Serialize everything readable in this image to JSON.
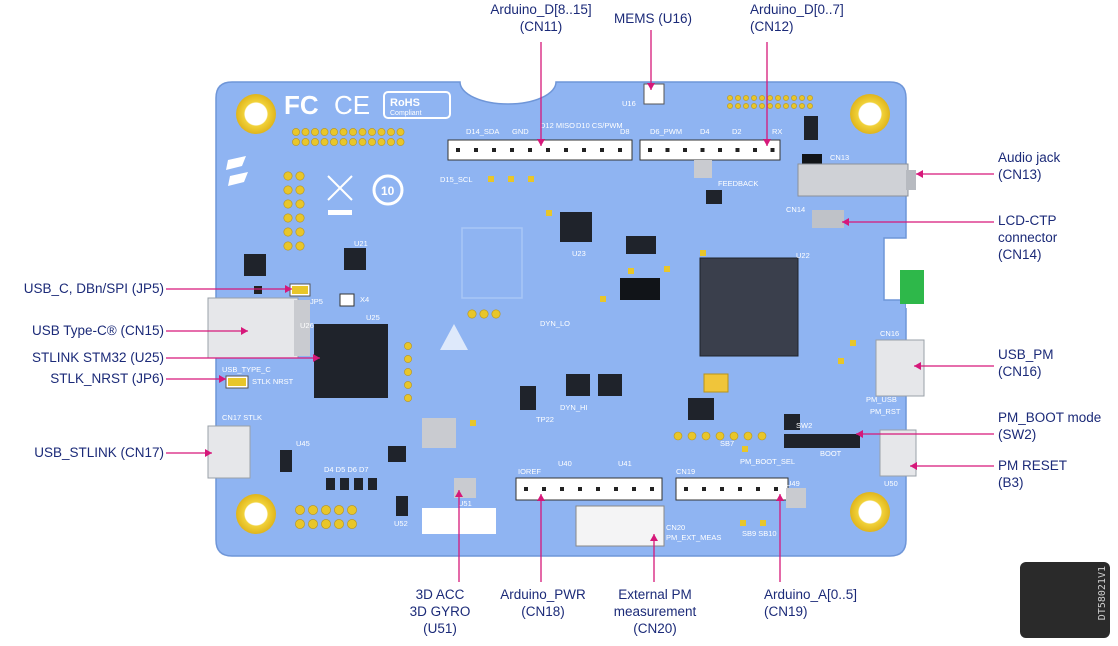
{
  "board": {
    "logo_fc": "FC",
    "logo_ce": "CE",
    "rohs": "RoHS",
    "rohs_sub": "Compliant",
    "silk": {
      "u16": "U16",
      "u21": "U21",
      "u25": "U25",
      "u22": "U22",
      "u23": "U23",
      "u26": "U26",
      "jp5": "JP5",
      "x4": "X4",
      "cn13": "CN13",
      "cn14": "CN14",
      "cn16": "CN16",
      "usb_type_c": "USB_TYPE_C",
      "stlk_nrst": "STLK NRST",
      "cn17_stlk": "CN17 STLK",
      "u45": "U45",
      "d_leds": "D4 D5 D6 D7",
      "u52": "U52",
      "u51": "U51",
      "u40": "U40",
      "u41": "U41",
      "cn19": "CN19",
      "pm_boot_sel": "PM_BOOT_SEL",
      "ioref": "IOREF",
      "cn20": "CN20",
      "pm_ext_meas": "PM_EXT_MEAS",
      "sb9sb10": "SB9 SB10",
      "sw2": "SW2",
      "boot": "BOOT",
      "pm_rst": "PM_RST",
      "pm_usb": "PM_USB",
      "u50": "U50",
      "u49": "U49",
      "tp22": "TP22",
      "sb7": "SB7",
      "d14_sda": "D14_SDA",
      "gnd": "GND",
      "d12_miso": "D12 MISO",
      "d10_cs": "D10 CS/PWM",
      "d8": "D8",
      "d6_pwm": "D6_PWM",
      "d4": "D4",
      "d2": "D2",
      "rx": "RX",
      "feedback": "FEEDBACK",
      "dyn_lo": "DYN_LO",
      "dyn_hi": "DYN_HI",
      "d15_scl": "D15_SCL"
    }
  },
  "callouts": {
    "arduino_d815": [
      "Arduino_D[8..15]",
      "(CN11)"
    ],
    "mems": [
      "MEMS (U16)"
    ],
    "arduino_d07": [
      "Arduino_D[0..7]",
      "(CN12)"
    ],
    "audio_jack": [
      "Audio jack",
      "(CN13)"
    ],
    "lcd_ctp": [
      "LCD-CTP",
      "connector",
      "(CN14)"
    ],
    "usb_c_jp5": [
      "USB_C, DBn/SPI (JP5)"
    ],
    "usb_typec_cn15": [
      "USB Type-C® (CN15)"
    ],
    "stlink_stm32": [
      "STLINK STM32 (U25)"
    ],
    "stlk_nrst": [
      "STLK_NRST (JP6)"
    ],
    "usb_stlink": [
      "USB_STLINK (CN17)"
    ],
    "usb_pm": [
      "USB_PM",
      "(CN16)"
    ],
    "pm_boot": [
      "PM_BOOT mode",
      "(SW2)"
    ],
    "pm_reset": [
      "PM RESET",
      "(B3)"
    ],
    "acc_gyro": [
      "3D ACC",
      "3D GYRO",
      "(U51)"
    ],
    "arduino_pwr": [
      "Arduino_PWR",
      "(CN18)"
    ],
    "ext_pm": [
      "External PM",
      "measurement",
      "(CN20)"
    ],
    "arduino_a05": [
      "Arduino_A[0..5]",
      "(CN19)"
    ]
  },
  "watermark": "DT58021V1",
  "colors": {
    "board": "#8fb4f2",
    "line": "#d6187a",
    "text": "#1b2a78",
    "gold": "#e8c62a"
  }
}
